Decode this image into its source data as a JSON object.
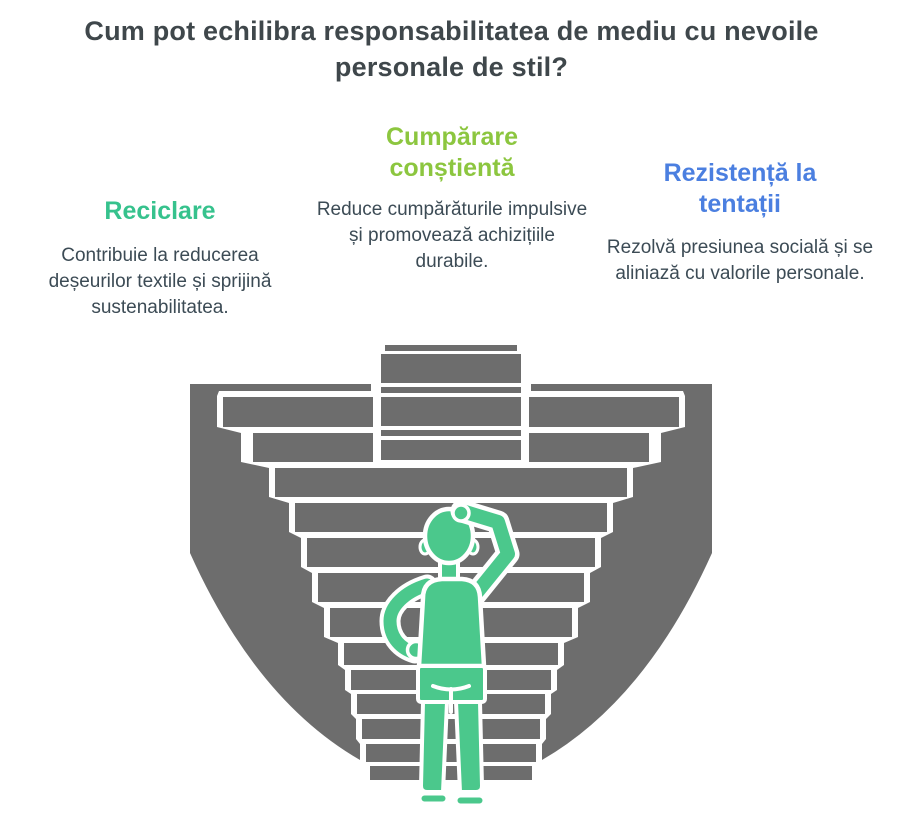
{
  "page": {
    "title": "Cum pot echilibra responsabilitatea de mediu cu nevoile personale de stil?",
    "title_color": "#3f474b",
    "background": "#ffffff"
  },
  "columns": [
    {
      "heading": "Reciclare",
      "heading_color": "#36c28d",
      "body": "Contribuie la reducerea deșeurilor textile și sprijină sustenabilitatea.",
      "body_color": "#3c4b55"
    },
    {
      "heading": "Cumpărare conștientă",
      "heading_color": "#8cc63f",
      "body": "Reduce cumpărăturile impulsive și promovează achizițiile durabile.",
      "body_color": "#3c4b55"
    },
    {
      "heading": "Rezistență la tentații",
      "heading_color": "#4b7fe0",
      "body": "Rezolvă presiunea socială și se aliniază cu valorile personale.",
      "body_color": "#3c4b55"
    }
  ],
  "illustration": {
    "description": "Puzzled person seen from behind, scratching head, facing converging grey staircases that funnel downward",
    "colors": {
      "stairs_gray": "#6d6d6d",
      "person_green": "#4bc88c",
      "outline_white": "#ffffff"
    }
  }
}
